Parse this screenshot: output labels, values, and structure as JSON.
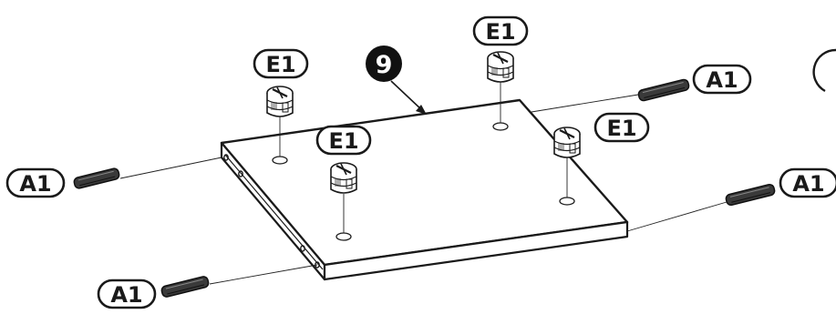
{
  "step": {
    "number": "9"
  },
  "parts": {
    "dowel_label": "A1",
    "cam_label": "E1"
  },
  "colors": {
    "ink": "#1a1a1a",
    "background": "#ffffff",
    "dowel_fill": "#3a3a3a"
  },
  "labels": [
    {
      "id": "e1-left",
      "text": "E1"
    },
    {
      "id": "e1-top",
      "text": "E1"
    },
    {
      "id": "e1-mid",
      "text": "E1"
    },
    {
      "id": "e1-right",
      "text": "E1"
    },
    {
      "id": "a1-top-right",
      "text": "A1"
    },
    {
      "id": "a1-left",
      "text": "A1"
    },
    {
      "id": "a1-right",
      "text": "A1"
    },
    {
      "id": "a1-bottom",
      "text": "A1"
    }
  ]
}
